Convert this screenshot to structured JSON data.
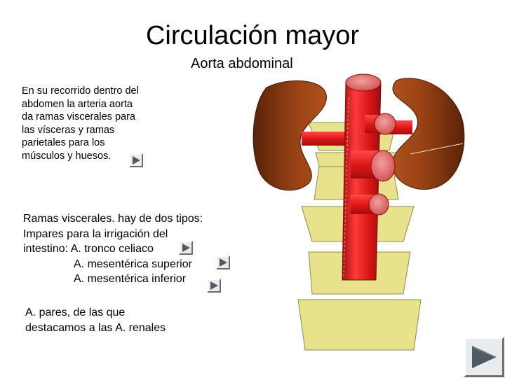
{
  "slide": {
    "title": "Circulación mayor",
    "subtitle": "Aorta abdominal",
    "intro": [
      "En su recorrido dentro del",
      "abdomen la arteria aorta",
      "da ramas viscerales para",
      "las vísceras y ramas",
      "parietales para los",
      "músculos y huesos."
    ],
    "ramas": {
      "line1": "Ramas viscerales. hay de dos tipos:",
      "line2": "Impares para la irrigación del",
      "line3": "intestino: A. tronco celiaco",
      "line4": "A. mesentérica superior",
      "line5": "A. mesentérica inferior"
    },
    "pares": {
      "line1": "A. pares, de las que",
      "line2": "destacamos a las A. renales"
    }
  },
  "icons": {
    "small_buttons": "play-triangle-icon",
    "next_button": "next-arrow-icon"
  },
  "colors": {
    "aorta": "#e31d1d",
    "kidney": "#8b3a14",
    "vertebra": "#e8e28c",
    "button_face": "#ececec",
    "button_arrow": "#4f5a62"
  }
}
